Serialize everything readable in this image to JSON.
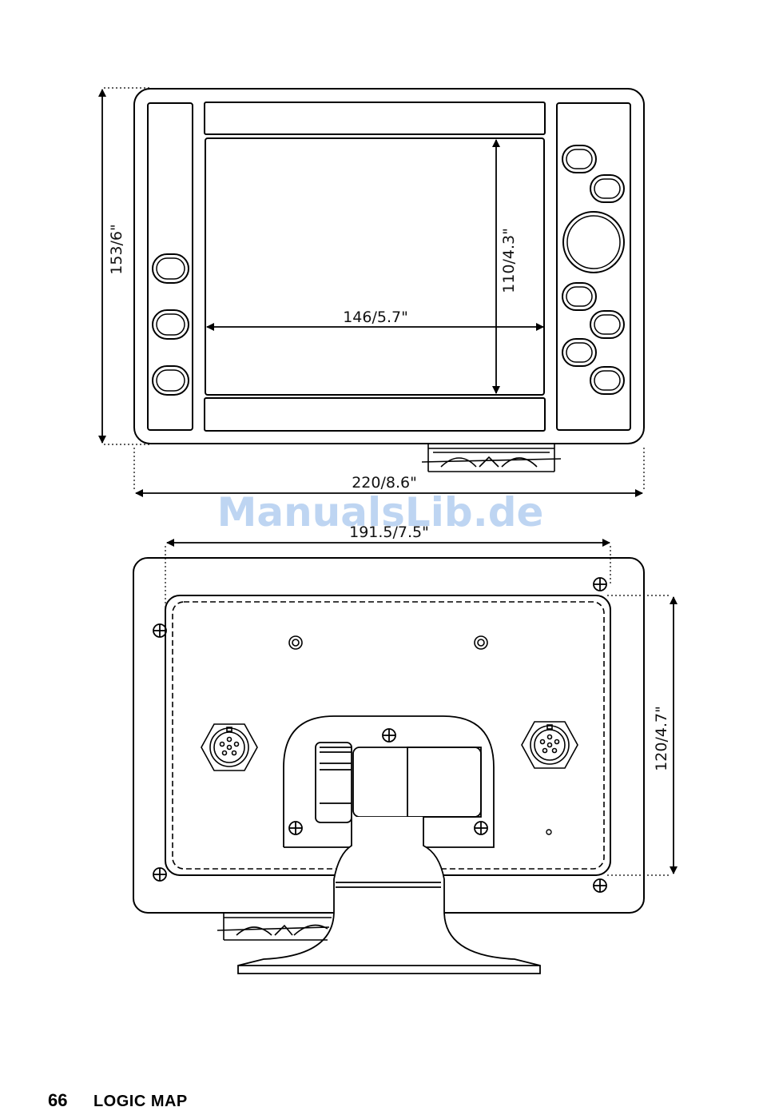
{
  "dimensions": {
    "front_height": "153/6\"",
    "screen_height": "110/4.3\"",
    "screen_width": "146/5.7\"",
    "overall_width": "220/8.6\"",
    "mount_hole_width": "191.5/7.5\"",
    "rear_height": "120/4.7\""
  },
  "watermark": "ManualsLib.de",
  "footer": {
    "page_number": "66",
    "title": "LOGIC MAP"
  }
}
